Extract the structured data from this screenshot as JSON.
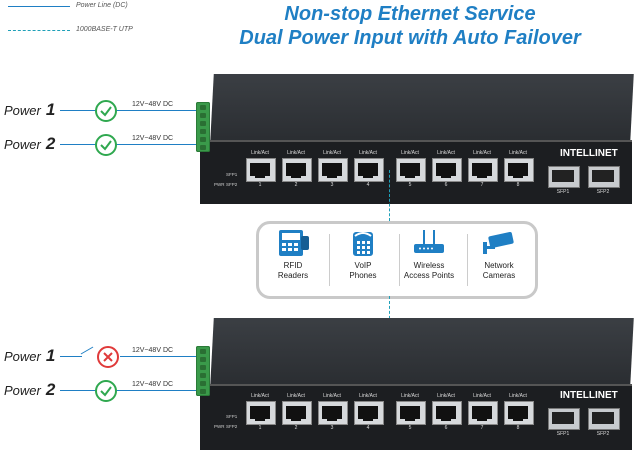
{
  "legend": {
    "power_line": "Power Line (DC)",
    "utp": "1000BASE-T UTP",
    "colors": {
      "power": "#1f7fc4",
      "utp": "#1fa0b8"
    }
  },
  "title": {
    "line1": "Non-stop Ethernet Service",
    "line2": "Dual Power Input with Auto Failover"
  },
  "top_switch": {
    "power_inputs": [
      {
        "label": "Power",
        "number": "1",
        "status": "check-icon",
        "voltage": "12V~48V DC"
      },
      {
        "label": "Power",
        "number": "2",
        "status": "check-icon",
        "voltage": "12V~48V DC"
      }
    ]
  },
  "bottom_switch": {
    "power_inputs": [
      {
        "label": "Power",
        "number": "1",
        "status": "x-icon",
        "voltage": "12V~48V DC"
      },
      {
        "label": "Power",
        "number": "2",
        "status": "check-icon",
        "voltage": "12V~48V DC"
      }
    ]
  },
  "switch": {
    "brand": "INTELLINET",
    "port_header": "Link/Act",
    "ports": [
      "1",
      "2",
      "3",
      "4",
      "5",
      "6",
      "7",
      "8"
    ],
    "sfp_ports": [
      "SFP1",
      "SFP2"
    ],
    "leds": {
      "sfp1": "SFP1",
      "pwr": "PWR",
      "sfp2": "SFP2"
    }
  },
  "devices": [
    {
      "icon": "rfid-reader-icon",
      "line1": "RFID",
      "line2": "Readers"
    },
    {
      "icon": "voip-phone-icon",
      "line1": "VoIP",
      "line2": "Phones"
    },
    {
      "icon": "wireless-ap-icon",
      "line1": "Wireless",
      "line2": "Access Points"
    },
    {
      "icon": "network-camera-icon",
      "line1": "Network",
      "line2": "Cameras"
    }
  ]
}
